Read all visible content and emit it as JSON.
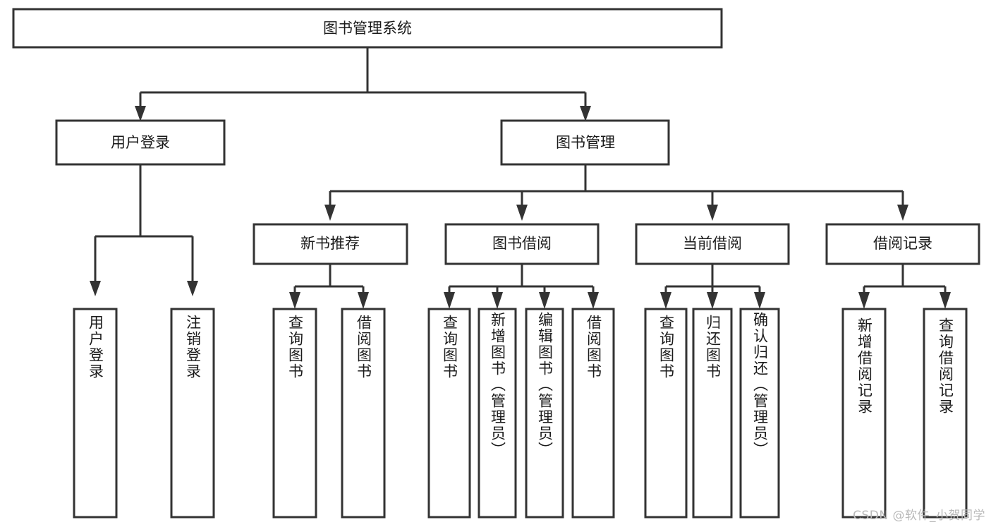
{
  "diagram": {
    "type": "tree-hierarchy-diagram",
    "title": "图书管理系统",
    "colors": {
      "background": "#ffffff",
      "stroke": "#333333",
      "box_fill": "#ffffff",
      "text": "#1a1a1a",
      "watermark": "#b9b9b9"
    },
    "root": {
      "label": "图书管理系统"
    },
    "level1": [
      {
        "label": "用户登录"
      },
      {
        "label": "图书管理"
      }
    ],
    "level2": [
      {
        "label": "新书推荐"
      },
      {
        "label": "图书借阅"
      },
      {
        "label": "当前借阅"
      },
      {
        "label": "借阅记录"
      }
    ],
    "leaves": {
      "user_login": [
        {
          "label": "用户登录"
        },
        {
          "label": "注销登录"
        }
      ],
      "new_book_recommend": [
        {
          "label": "查询图书"
        },
        {
          "label": "借阅图书"
        }
      ],
      "book_borrow": [
        {
          "label": "查询图书"
        },
        {
          "label": "新增图书（管理员）"
        },
        {
          "label": "编辑图书（管理员）"
        },
        {
          "label": "借阅图书"
        }
      ],
      "current_borrow": [
        {
          "label": "查询图书"
        },
        {
          "label": "归还图书"
        },
        {
          "label": "确认归还（管理员）"
        }
      ],
      "borrow_records": [
        {
          "label": "新增借阅记录"
        },
        {
          "label": "查询借阅记录"
        }
      ]
    },
    "watermark": "CSDN @软件_小贺同学"
  }
}
